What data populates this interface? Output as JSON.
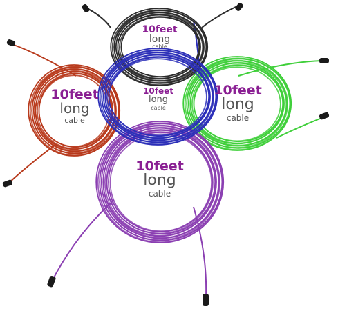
{
  "colors": {
    "black": "#2b2b2b",
    "blue": "#2c2fb8",
    "red": "#b83a1c",
    "green": "#3fcf3a",
    "purple": "#8b3fb2",
    "text_accent": "#8a1f93",
    "text_muted": "#555555"
  },
  "coils": [
    {
      "name": "black",
      "length": "10feet",
      "word1": "long",
      "word2": "cable"
    },
    {
      "name": "red",
      "length": "10feet",
      "word1": "long",
      "word2": "cable"
    },
    {
      "name": "blue",
      "length": "10feet",
      "word1": "long",
      "word2": "cable"
    },
    {
      "name": "green",
      "length": "10feet",
      "word1": "long",
      "word2": "cable"
    },
    {
      "name": "purple",
      "length": "10feet",
      "word1": "long",
      "word2": "cable"
    }
  ]
}
